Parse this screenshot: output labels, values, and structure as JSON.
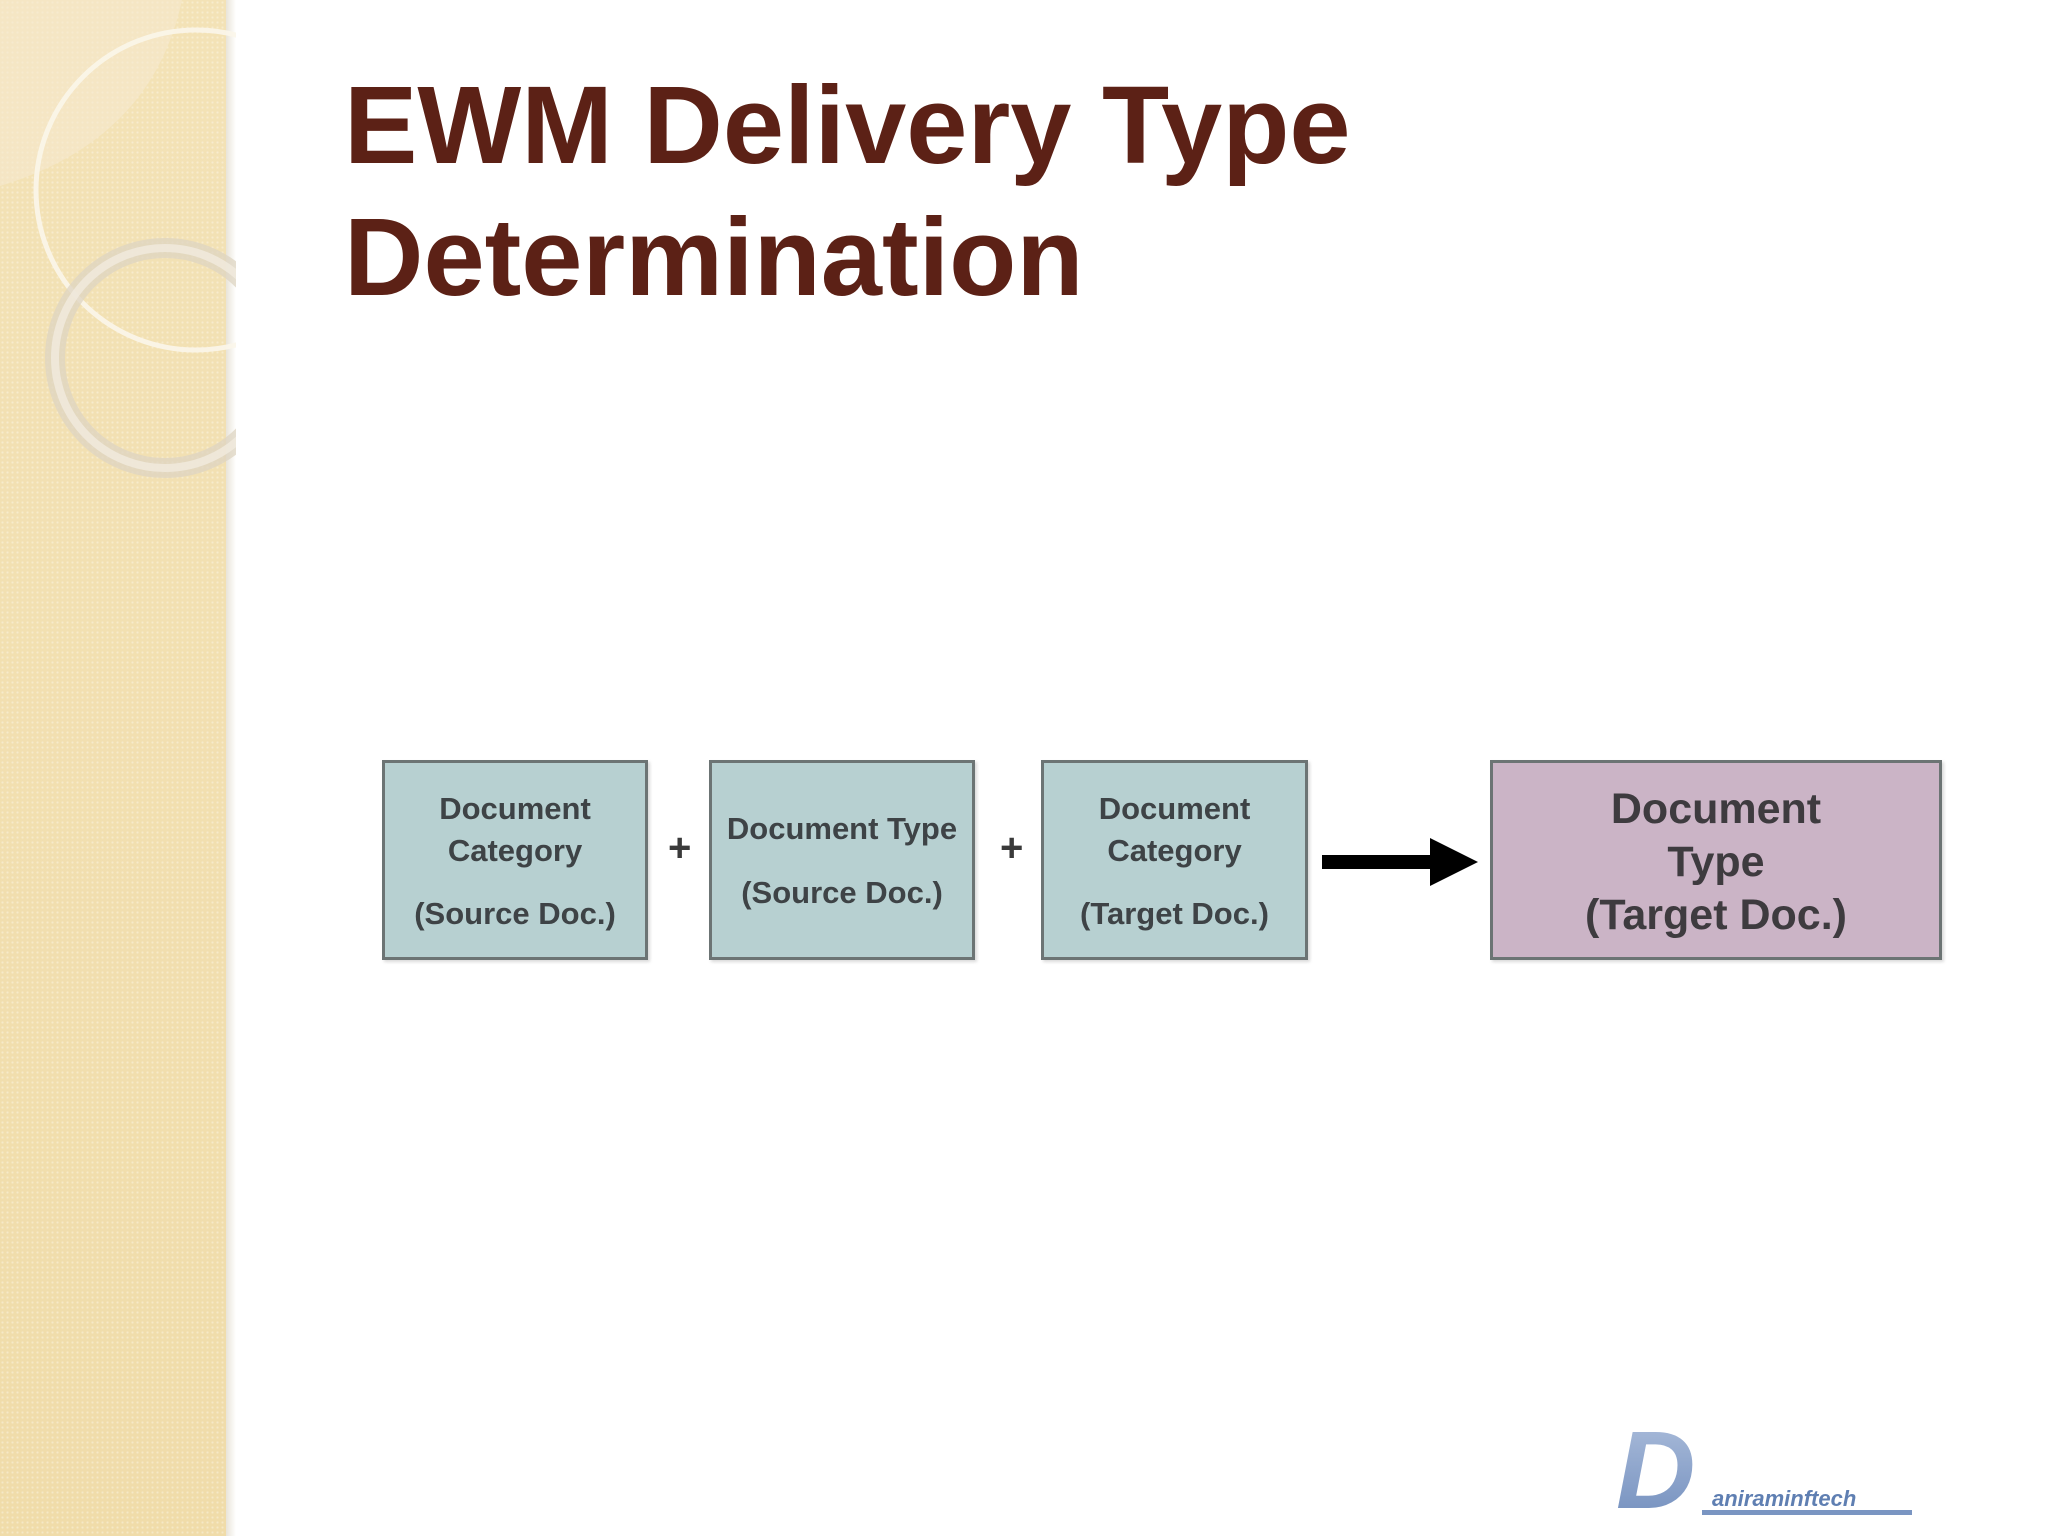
{
  "slide": {
    "title_line1": "EWM Delivery Type",
    "title_line2": "Determination"
  },
  "diagram": {
    "boxes": [
      {
        "line1": "Document",
        "line2": "Category",
        "line3": "(Source Doc.)"
      },
      {
        "line1": "Document Type",
        "line2": "(Source Doc.)"
      },
      {
        "line1": "Document",
        "line2": "Category",
        "line3": "(Target Doc.)"
      },
      {
        "line1": "Document",
        "line2": "Type",
        "line3": "(Target Doc.)"
      }
    ],
    "operators": [
      "+",
      "+"
    ],
    "result_arrow": "arrow-right",
    "colors": {
      "input_box": "#b7d0d1",
      "result_box": "#cbb4c6",
      "title": "#5c2116"
    }
  },
  "logo": {
    "letter": "D",
    "text": "aniraminftech"
  }
}
